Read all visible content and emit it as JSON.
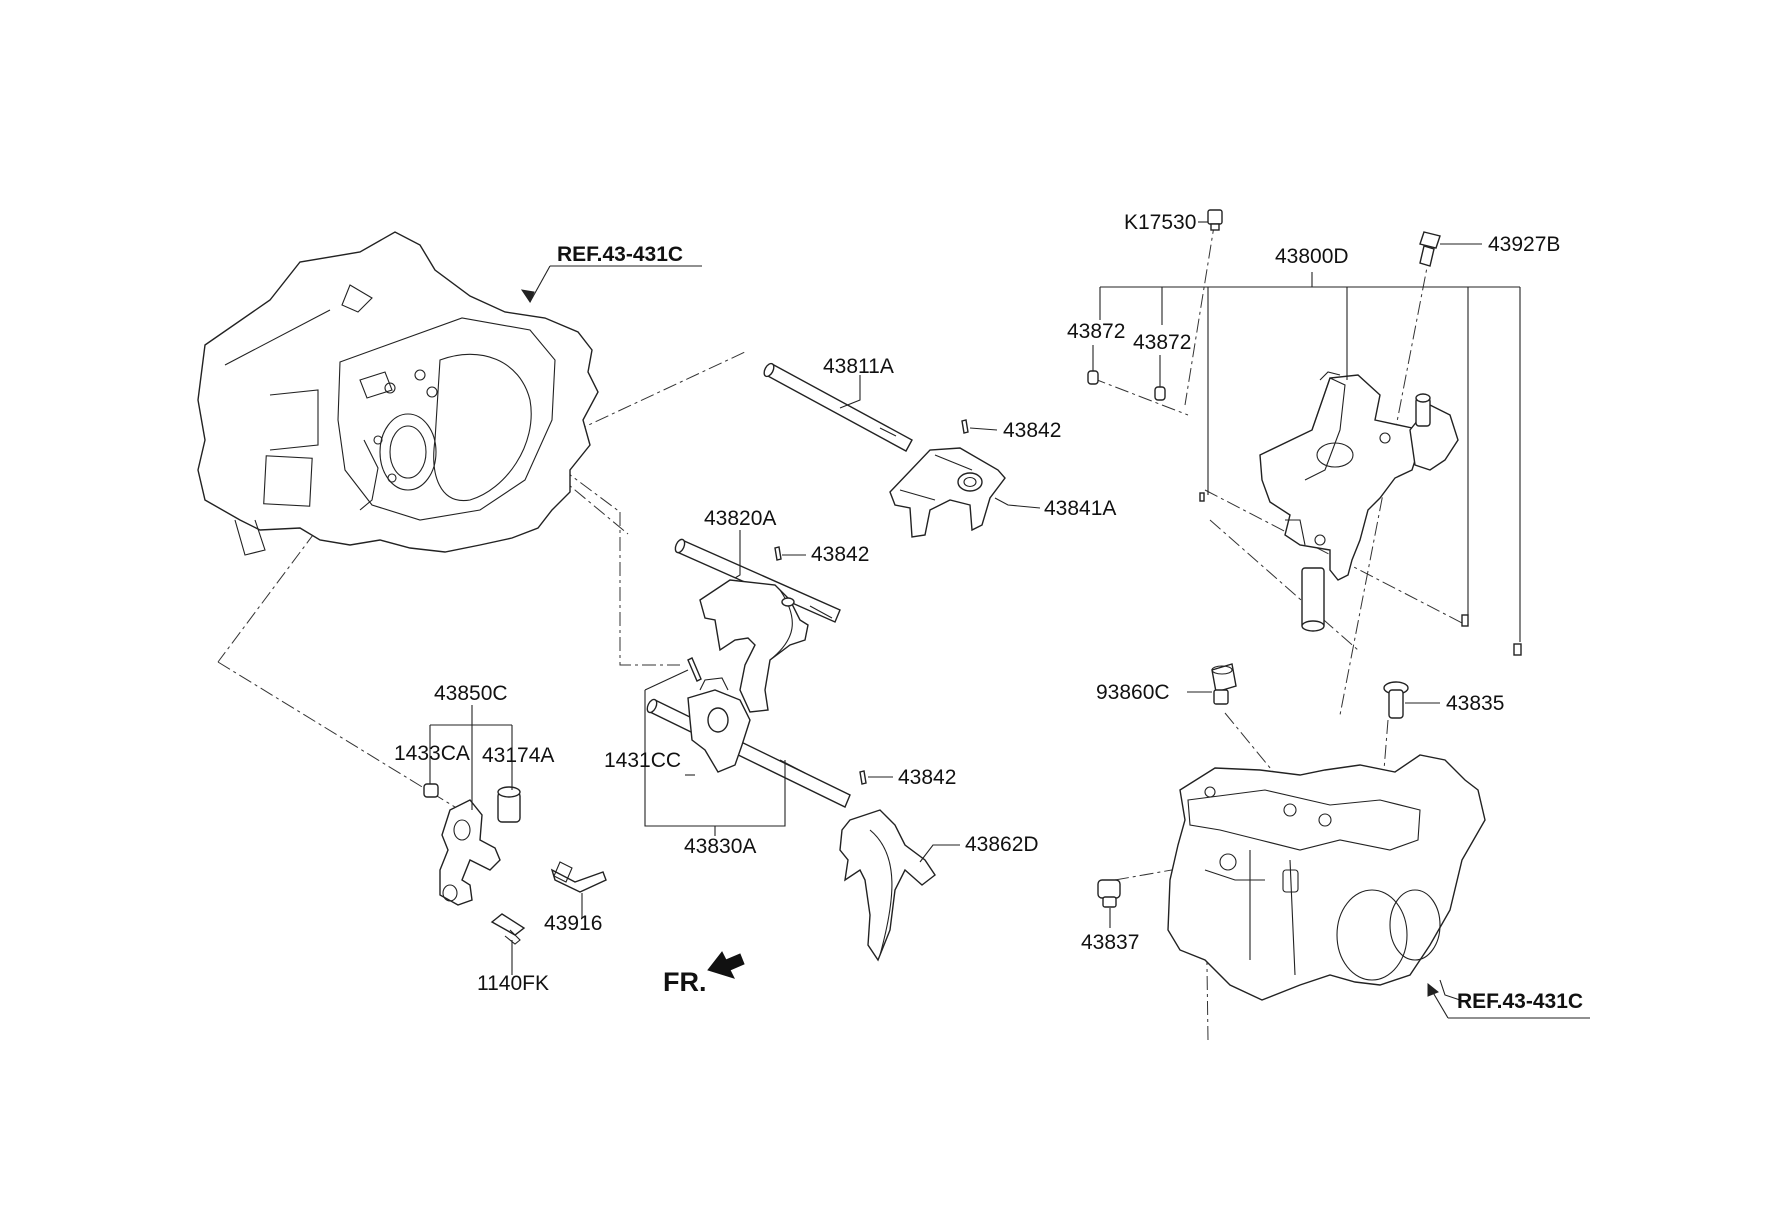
{
  "labels": {
    "ref_top": "REF.43-431C",
    "ref_bottom": "REF.43-431C",
    "p43811A": "43811A",
    "p43842_a": "43842",
    "p43841A": "43841A",
    "p43820A": "43820A",
    "p43842_b": "43842",
    "p43850C": "43850C",
    "p1433CA": "1433CA",
    "p43174A": "43174A",
    "p1431CC": "1431CC",
    "p43842_c": "43842",
    "p43862D": "43862D",
    "p43830A": "43830A",
    "p43916": "43916",
    "p1140FK": "1140FK",
    "fr": "FR.",
    "pK17530": "K17530",
    "p43800D": "43800D",
    "p43927B": "43927B",
    "p43872_a": "43872",
    "p43872_b": "43872",
    "p93860C": "93860C",
    "p43835": "43835",
    "p43837": "43837"
  }
}
